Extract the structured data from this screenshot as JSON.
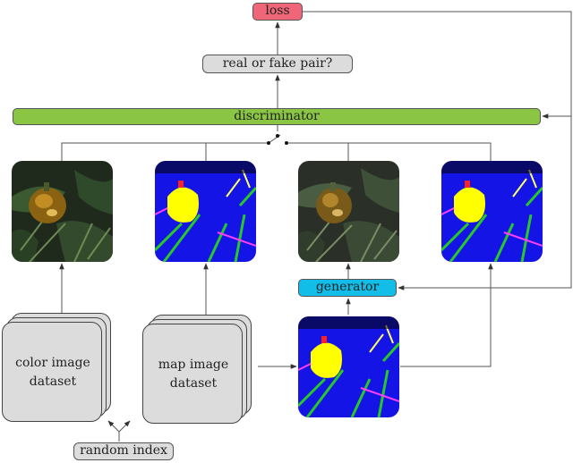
{
  "nodes": {
    "loss": "loss",
    "real_or_fake": "real or fake pair?",
    "discriminator": "discriminator",
    "generator": "generator",
    "color_dataset": "color image\ndataset",
    "map_dataset": "map image\ndataset",
    "random_index": "random index"
  },
  "colors": {
    "loss": "#ee6677",
    "discriminator": "#8ac544",
    "generator": "#12bde8",
    "neutral_box": "#dcdcdc",
    "map_blue": "#1414e6",
    "map_yellow": "#ffff00"
  },
  "images": [
    {
      "name": "real-color-photo",
      "kind": "photo"
    },
    {
      "name": "real-segmentation-map",
      "kind": "map"
    },
    {
      "name": "generated-color-photo",
      "kind": "photo"
    },
    {
      "name": "generated-segmentation-map",
      "kind": "map"
    },
    {
      "name": "input-segmentation-map",
      "kind": "map"
    }
  ]
}
